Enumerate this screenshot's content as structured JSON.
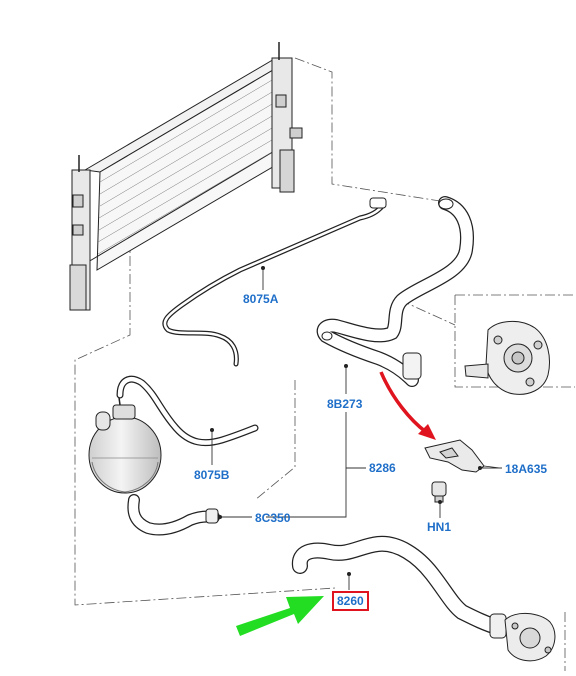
{
  "diagram": {
    "callouts": [
      {
        "id": "c8075a",
        "label": "8075A"
      },
      {
        "id": "c8b273",
        "label": "8B273"
      },
      {
        "id": "c8286",
        "label": "8286"
      },
      {
        "id": "c8075b",
        "label": "8075B"
      },
      {
        "id": "c8c350",
        "label": "8C350"
      },
      {
        "id": "c18a635",
        "label": "18A635"
      },
      {
        "id": "chn1",
        "label": "HN1"
      },
      {
        "id": "c8260",
        "label": "8260",
        "highlighted": true
      }
    ],
    "colors": {
      "callout_text": "#1f6fc9",
      "highlight_box": "#e0141e",
      "red_arrow": "#e0141e",
      "green_arrow": "#22dd22",
      "line_art": "#222222"
    }
  }
}
